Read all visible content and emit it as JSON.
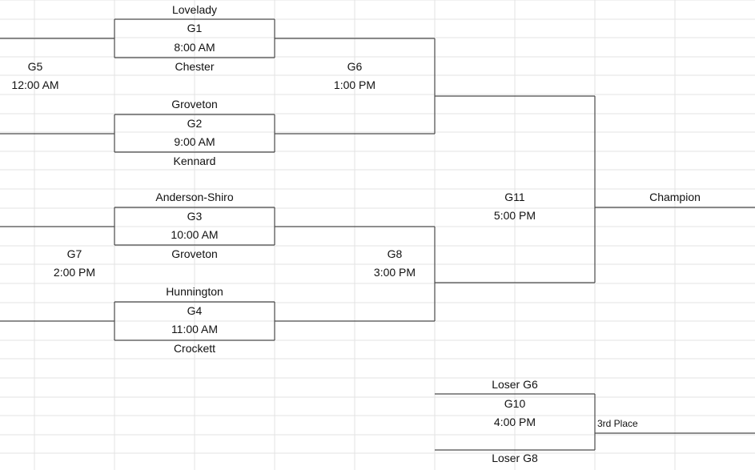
{
  "bracket": {
    "games": [
      {
        "id": "G1",
        "time": "8:00 AM",
        "team_top": "Lovelady",
        "team_bottom": "Chester"
      },
      {
        "id": "G2",
        "time": "9:00 AM",
        "team_top": "Groveton",
        "team_bottom": "Kennard"
      },
      {
        "id": "G3",
        "time": "10:00 AM",
        "team_top": "Anderson-Shiro",
        "team_bottom": "Groveton"
      },
      {
        "id": "G4",
        "time": "11:00 AM",
        "team_top": "Hunnington",
        "team_bottom": "Crockett"
      },
      {
        "id": "G5",
        "time": "12:00 AM"
      },
      {
        "id": "G6",
        "time": "1:00 PM"
      },
      {
        "id": "G7",
        "time": "2:00 PM"
      },
      {
        "id": "G8",
        "time": "3:00 PM"
      },
      {
        "id": "G10",
        "time": "4:00 PM",
        "team_top": "Loser G6",
        "team_bottom": "Loser G8"
      },
      {
        "id": "G11",
        "time": "5:00 PM"
      }
    ],
    "champion_label": "Champion",
    "third_place_label": "3rd Place"
  }
}
